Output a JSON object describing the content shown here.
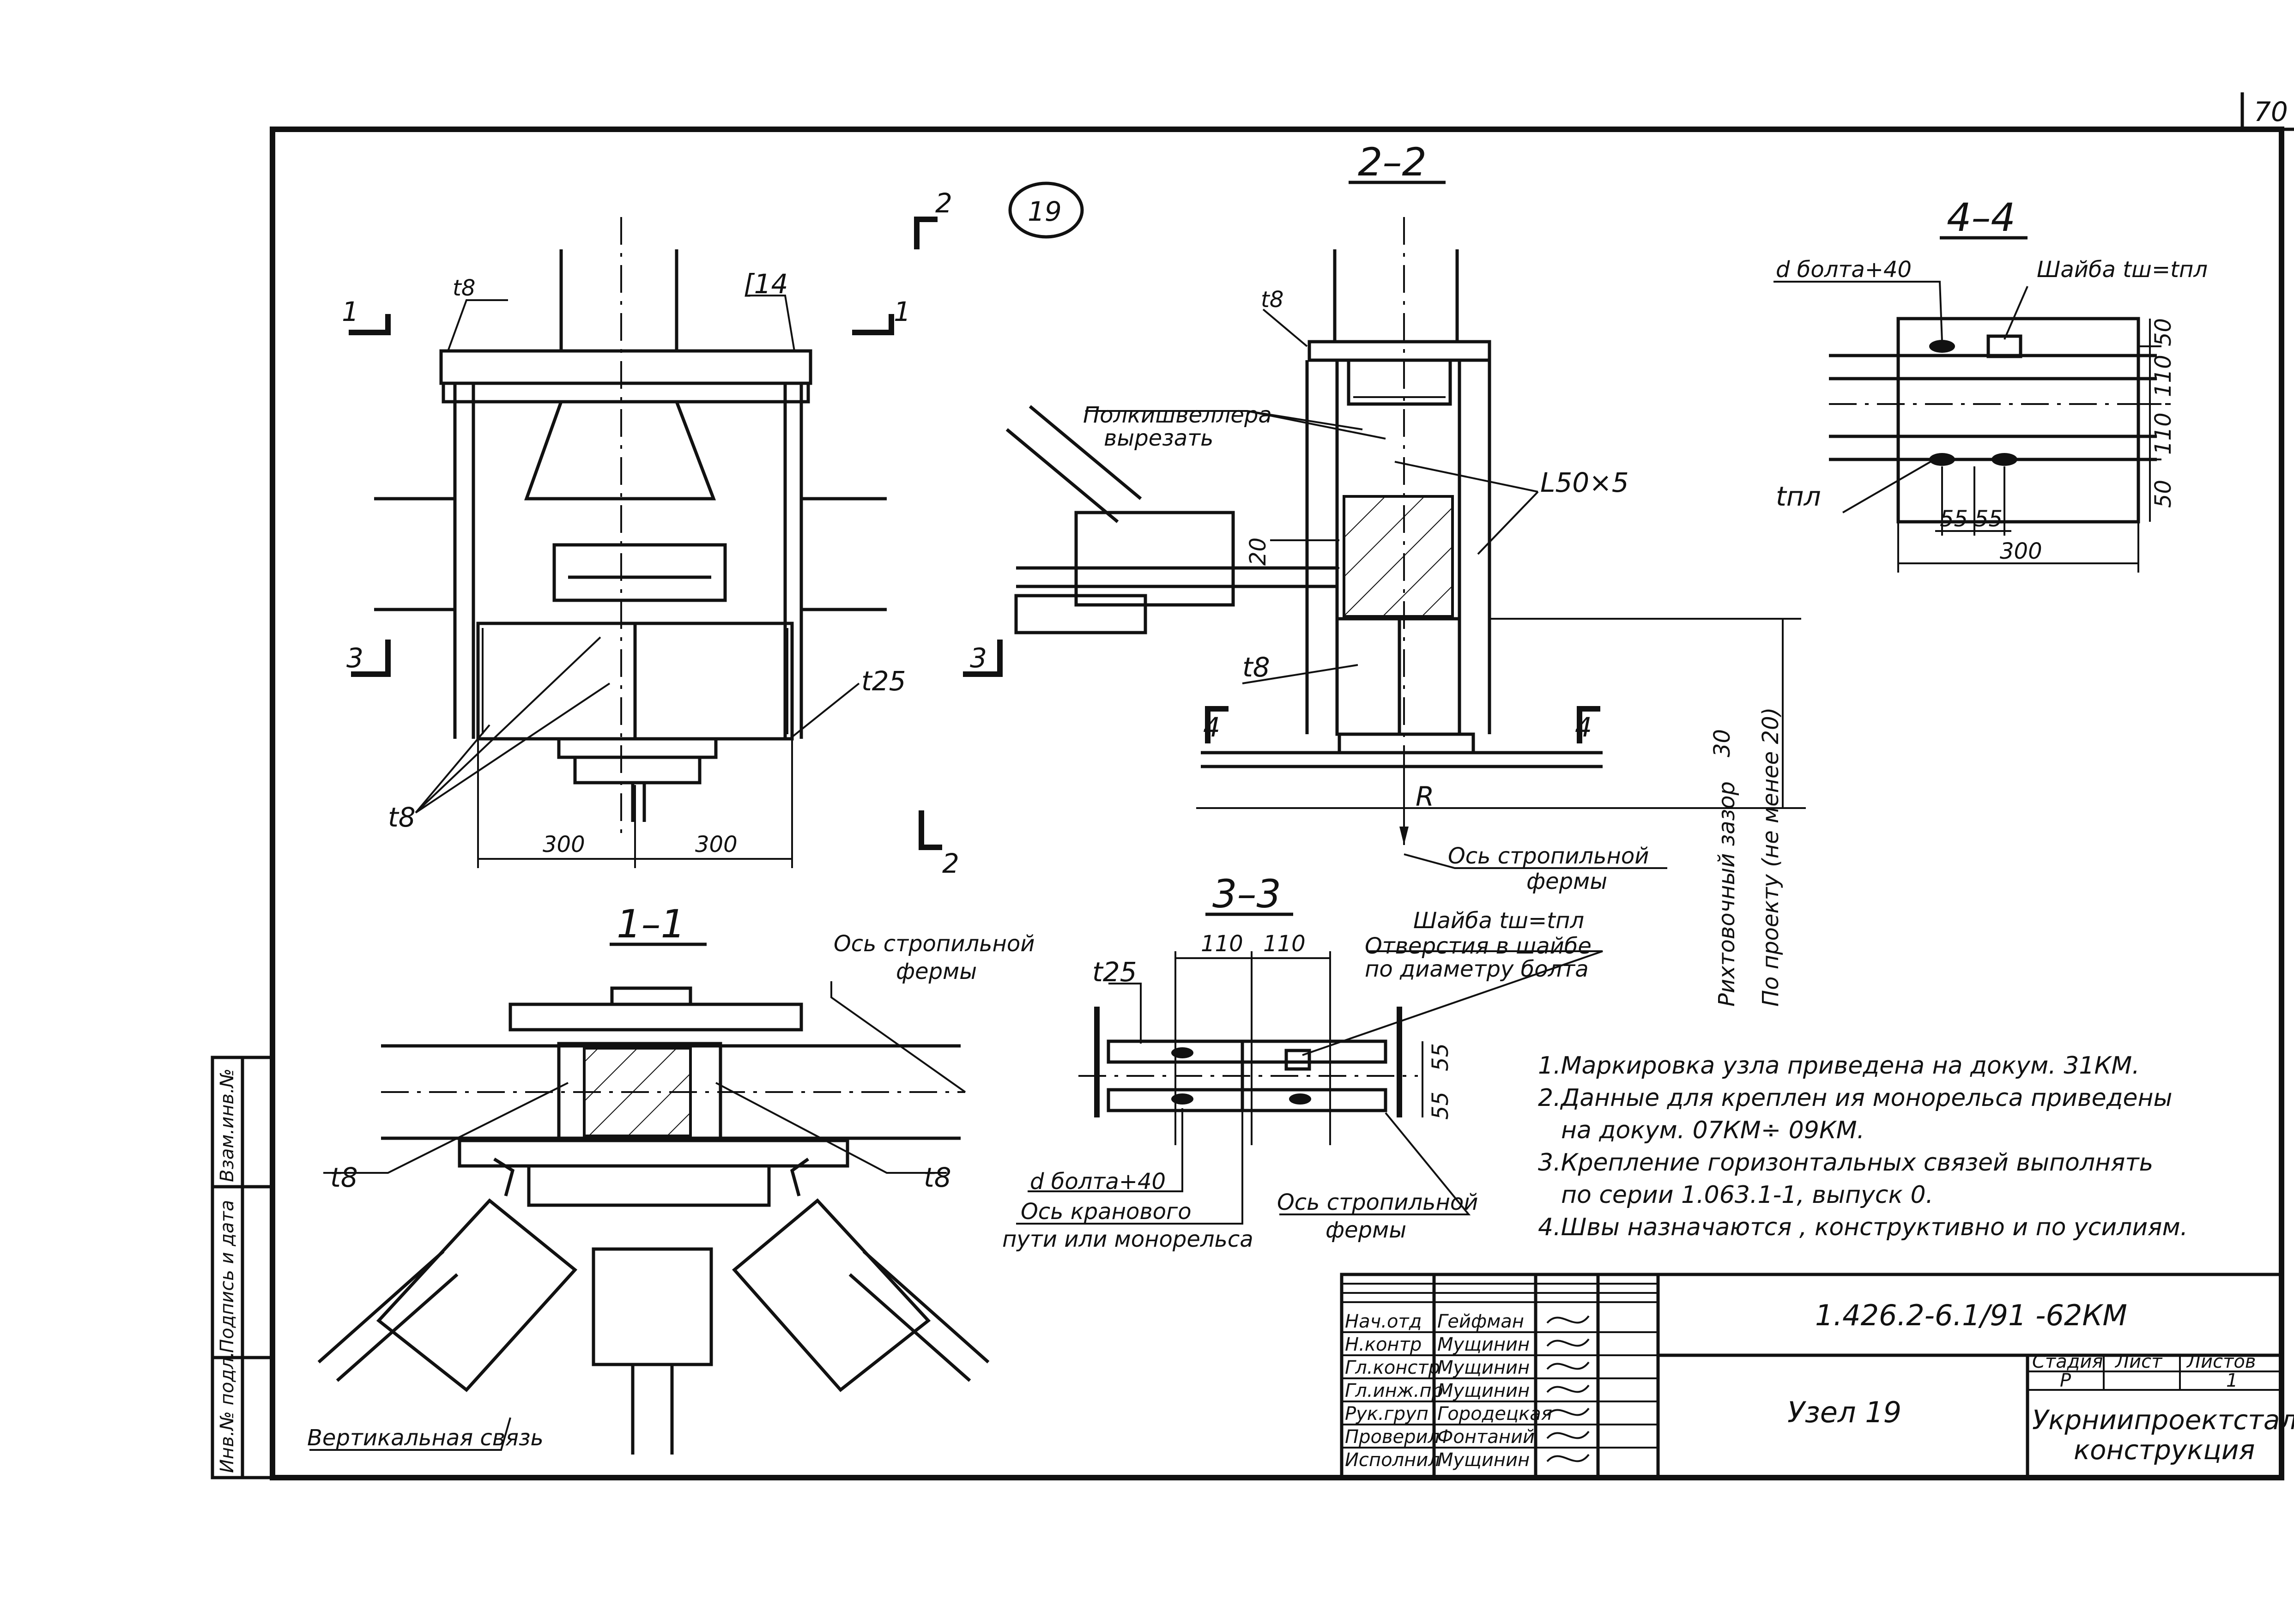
{
  "page_number": "70",
  "sections": {
    "s22": "2–2",
    "s44": "4–4",
    "s11": "1–1",
    "s33": "3–3"
  },
  "node_circle": "19",
  "elevation": {
    "t8_top": "t8",
    "c14": "[14",
    "cut1_left": "1",
    "cut1_right": "1",
    "cut2_top": "2",
    "cut2_bottom": "2",
    "cut3_left": "3",
    "cut3_right": "3",
    "t25": "t25",
    "t8_low": "t8",
    "dim_left": "300",
    "dim_right": "300"
  },
  "section22": {
    "t8_top": "t8",
    "flange_note_l1": "Полкишвеллера",
    "flange_note_l2": "вырезать",
    "angle": "L50×5",
    "dim20": "20",
    "t8": "t8",
    "cut4_left": "4",
    "cut4_right": "4",
    "dim30": "30",
    "r_label": "R",
    "truss_axis_l1": "Ось стропильной",
    "truss_axis_l2": "фермы",
    "gap_note": "Рихтовочный зазор",
    "gap_value": "По проекту (не менее 20)"
  },
  "section44": {
    "d_note": "d болта+40",
    "washer_note": "Шайба tш=tпл",
    "tpl": "tпл",
    "dim50_top": "50",
    "dim110_a": "110",
    "dim110_b": "110",
    "dim50_bot": "50",
    "dim55_a": "55",
    "dim55_b": "55",
    "dim300": "300"
  },
  "section11": {
    "truss_axis_l1": "Ось стропильной",
    "truss_axis_l2": "фермы",
    "t8_left": "t8",
    "t8_right": "t8",
    "vertical_brace": "Вертикальная связь"
  },
  "section33": {
    "dim110_a": "110",
    "dim110_b": "110",
    "t25": "t25",
    "washer_note": "Шайба tш=tпл",
    "holes_l1": "Отверстия в шайбе",
    "holes_l2": "по диаметру болта",
    "dim55_a": "55",
    "dim55_b": "55",
    "d_note": "d болта+40",
    "crane_axis_l1": "Ось кранового",
    "crane_axis_l2": "пути или монорельса",
    "truss_axis_l1": "Ось стропильной",
    "truss_axis_l2": "фермы"
  },
  "notes": [
    "1.Маркировка узла приведена на докум. 31КМ.",
    "2.Данные для креплен ия монорельса приведены",
    "на докум. 07КМ÷ 09КМ.",
    "3.Крепление горизонтальных связей выполнять",
    "по серии 1.063.1-1, выпуск 0.",
    "4.Швы назначаются , конструктивно и по усилиям."
  ],
  "title_block": {
    "roles": [
      "Нач.отд",
      "Н.контр",
      "Гл.констр",
      "Гл.инж.пр",
      "Рук.груп",
      "Проверил",
      "Исполнил"
    ],
    "names": [
      "Гейфман",
      "Мущинин",
      "Мущинин",
      "Мущинин",
      "Городецкая",
      "Фонтаний",
      "Мущинин"
    ],
    "code": "1.426.2-6.1/91 -62КМ",
    "title": "Узел 19",
    "stage_label": "Стадия",
    "sheet_label": "Лист",
    "sheets_label": "Листов",
    "stage_value": "Р",
    "sheets_value": "1",
    "org_l1": "Укрниипроектсталь-",
    "org_l2": "конструкция"
  },
  "side_stamp": {
    "inv_podl": "Инв.№ подл.",
    "sign_date": "Подпись и дата",
    "inv_vzam": "Взам.инв.№"
  }
}
